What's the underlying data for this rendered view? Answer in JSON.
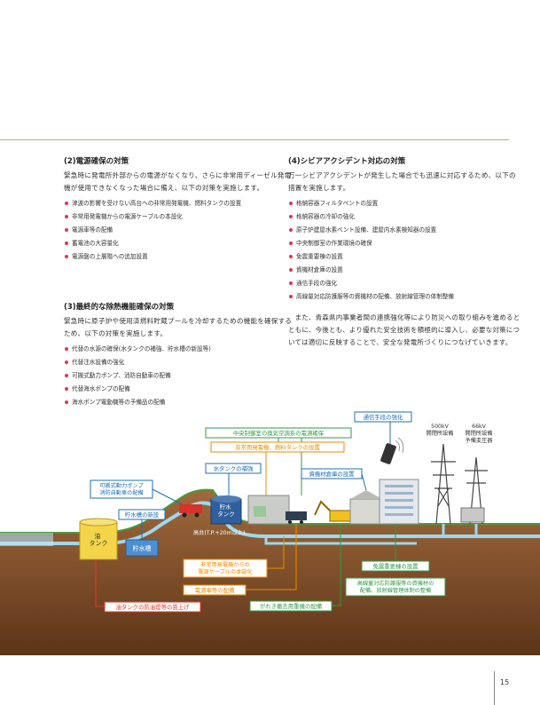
{
  "left": {
    "sec1": {
      "title": "(2)電源確保の対策",
      "para": "緊急時に発電所外部からの電源がなくなり、さらに非常用ディーゼル発電機が使用できなくなった場合に備え、以下の対策を実施します。",
      "bullets": [
        "津波の影響を受けない高台への非常用発電機、燃料タンクの設置",
        "非常用発電機からの電源ケーブルの本設化",
        "電源車等の配備",
        "蓄電池の大容量化",
        "電源盤の上層階への追加設置"
      ]
    },
    "sec2": {
      "title": "(3)最終的な除熱機能確保の対策",
      "para": "緊急時に原子炉や使用済燃料貯蔵プールを冷却するための機能を確保するため、以下の対策を実施します。",
      "bullets": [
        "代替の水源の確保(水タンクの補強、貯水槽の新設等)",
        "代替注水設備の強化",
        "可搬式動力ポンプ、消防自動車の配備",
        "代替海水ポンプの配備",
        "海水ポンプ電動機等の予備品の配備"
      ]
    }
  },
  "right": {
    "sec": {
      "title": "(4)シビアアクシデント対応の対策",
      "para": "万一シビアアクシデントが発生した場合でも迅速に対応するため、以下の措置を実施します。",
      "bullets": [
        "格納容器フィルタベントの設置",
        "格納容器の冷却の強化",
        "原子炉建屋水素ベント設備、建屋内水素検知器の設置",
        "中央制御室の作業環境の確保",
        "免震重要棟の設置",
        "資機材倉庫の設置",
        "通信手段の強化",
        "高線量対応防護服等の資機材の配備、放射線管理の体制整備"
      ]
    },
    "closing": "また、青森県内事業者間の連携強化等により防災への取り組みを進めるとともに、今後とも、より優れた安全技術を積極的に導入し、必要な対策については適切に反映することで、安全な発電所づくりにつなげていきます。"
  },
  "diagram": {
    "labels": {
      "central_control": "中央制御室の換気空調系の電源確保",
      "emergency_gen": "非常用発電機、燃料タンクの設置",
      "comms": "通信手段の強化",
      "kv500": "500kV\n開閉所設備",
      "kv66": "66kV\n開閉所設備\n予備変圧器",
      "water_tank_reinforce": "水タンクの補強",
      "equipment_storage": "資機材倉庫の設置",
      "portable_pump": "可搬式動力ポンプ\n消防自動車の配備",
      "reservoir_new": "貯水槽の新設",
      "plateau": "高台(T.P.+20m以上)",
      "cable": "非常用発電機からの\n電源ケーブルの本設化",
      "power_truck": "電源車等の配備",
      "seismic_building": "免震重要棟の設置",
      "high_dose": "高線量対応防護服等の資機材の\n配備、放射線管理体制の整備",
      "heavy_machinery": "がれき撤去用重機の配備",
      "oil_tank_raise": "油タンクの防油堤等の嵩上げ",
      "oil_tank": "油\nタンク",
      "reservoir": "貯水槽",
      "water_tank": "貯水\nタンク"
    },
    "colors": {
      "blue": "#1e6fb4",
      "green": "#2f9a45",
      "orange": "#f08a00",
      "red": "#e23a2a",
      "soil": "#7a4a28",
      "pipe": "#8fd0e8"
    }
  },
  "page_number": "15"
}
